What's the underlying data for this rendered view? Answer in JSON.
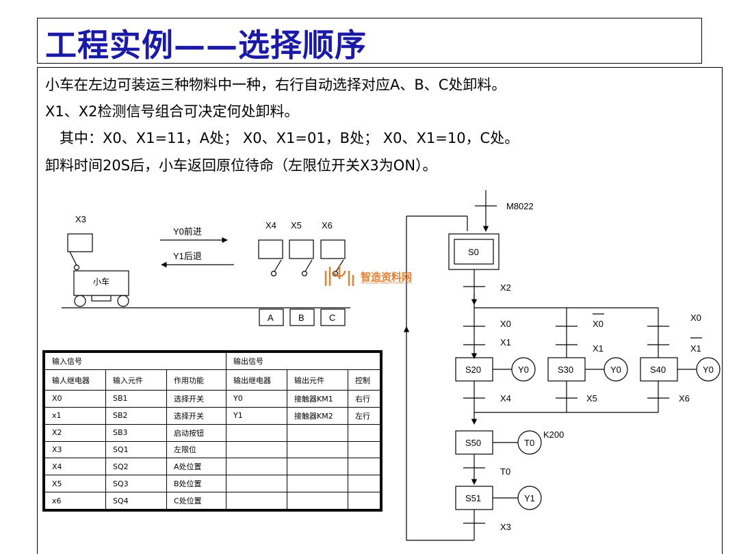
{
  "title": "工程实例——选择顺序",
  "description": [
    "小车在左边可装运三种物料中一种，右行自动选择对应A、B、C处卸料。",
    "X1、X2检测信号组合可决定何处卸料。",
    "　其中：X0、X1=11，A处；  X0、X1=01，B处；  X0、X1=10，C处。",
    "卸料时间20S后，小车返回原位待命（左限位开关X3为ON）。"
  ],
  "diagram": {
    "x3": "X3",
    "forward": "Y0前进",
    "backward": "Y1后退",
    "cart": "小车",
    "x4": "X4",
    "x5": "X5",
    "x6": "X6",
    "a": "A",
    "b": "B",
    "c": "C"
  },
  "watermark": {
    "text": "智造资料网",
    "sub": "INTELLIGENT MANUFACTURING DATA"
  },
  "sfc": {
    "m8022": "M8022",
    "s0": "S0",
    "x2": "X2",
    "x0_a": "X0",
    "x1_a": "X1",
    "x0_b": "X0",
    "x1_b": "X1",
    "x0_c": "X0",
    "x1_c": "X1",
    "s20": "S20",
    "s30": "S30",
    "s40": "S40",
    "y0_a": "Y0",
    "y0_b": "Y0",
    "y0_c": "Y0",
    "x4": "X4",
    "x5": "X5",
    "x6": "X6",
    "s50": "S50",
    "t0_coil": "T0",
    "k200": "K200",
    "t0": "T0",
    "s51": "S51",
    "y1": "Y1",
    "x3": "X3"
  },
  "table": {
    "input_header": "输入信号",
    "output_header": "输出信号",
    "columns": [
      "输人继电器",
      "输入元件",
      "作用功能",
      "输出继电器",
      "输出元件",
      "控制"
    ],
    "rows": [
      [
        "X0",
        "SB1",
        "选择开关",
        "Y0",
        "接触器KM1",
        "右行"
      ],
      [
        "x1",
        "SB2",
        "选择开关",
        "Y1",
        "接触器KM2",
        "左行"
      ],
      [
        "X2",
        "SB3",
        "启动按钮",
        "",
        "",
        ""
      ],
      [
        "X3",
        "SQ1",
        "左限位",
        "",
        "",
        ""
      ],
      [
        "X4",
        "SQ2",
        "A处位置",
        "",
        "",
        ""
      ],
      [
        "X5",
        "SQ3",
        "B处位置",
        "",
        "",
        ""
      ],
      [
        "x6",
        "SQ4",
        "C处位置",
        "",
        "",
        ""
      ]
    ]
  }
}
